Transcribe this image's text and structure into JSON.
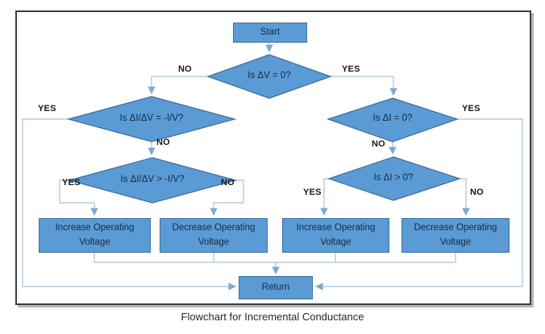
{
  "caption": "Flowchart for Incremental Conductance",
  "colors": {
    "shape_fill": "#5b9bd5",
    "shape_border": "#41719c",
    "connector": "#a4c3df",
    "arrowhead": "#7ea9d2",
    "shape_text": "#16293f",
    "edge_label_text": "#181818",
    "frame_border": "#3d3d40"
  },
  "nodes": {
    "start": {
      "label": "Start"
    },
    "return": {
      "label": "Return"
    },
    "decision_dv_zero": {
      "label": "Is ΔV = 0?"
    },
    "decision_didv_eq": {
      "label": "Is ΔI/ΔV = -I/V?"
    },
    "decision_didv_gt": {
      "label": "Is ΔI/ΔV > -I/V?"
    },
    "decision_di_zero": {
      "label": "Is ΔI = 0?"
    },
    "decision_di_gt": {
      "label": "Is ΔI > 0?"
    },
    "increase_left": {
      "label": "Increase Operating Voltage"
    },
    "decrease_left": {
      "label": "Decrease Operating Voltage"
    },
    "increase_right": {
      "label": "Increase Operating Voltage"
    },
    "decrease_right": {
      "label": "Decrease Operating Voltage"
    }
  },
  "edge_labels": {
    "dv_no": "NO",
    "dv_yes": "YES",
    "didv_eq_yes": "YES",
    "didv_eq_no": "NO",
    "didv_gt_yes": "YES",
    "didv_gt_no": "NO",
    "di_zero_yes": "YES",
    "di_zero_no": "NO",
    "di_gt_yes": "YES",
    "di_gt_no": "NO"
  }
}
